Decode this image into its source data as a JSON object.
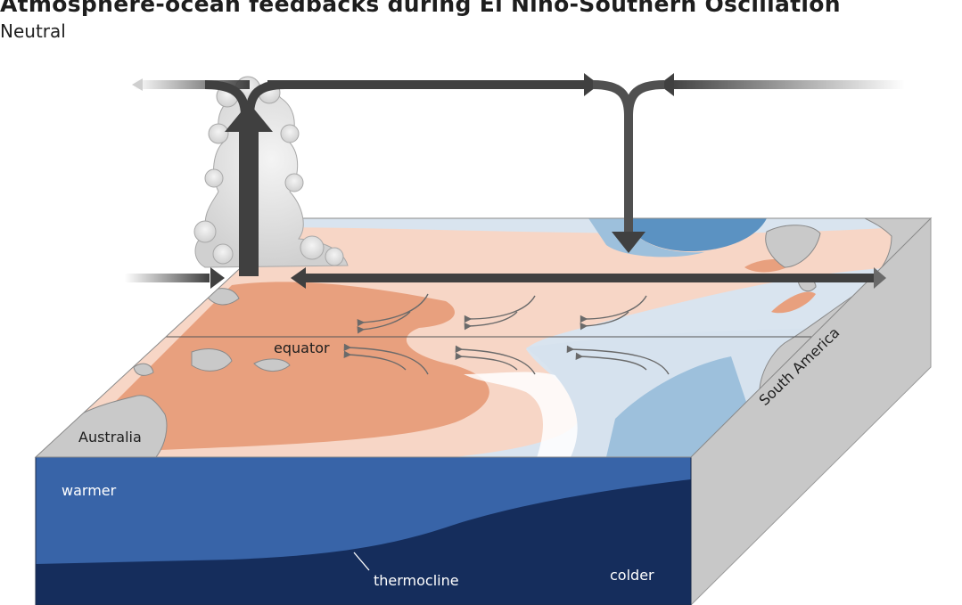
{
  "title": "Atmosphere-ocean feedbacks during El Niño-Southern Oscillation",
  "subtitle": "Neutral",
  "labels": {
    "equator": "equator",
    "australia": "Australia",
    "south_america": "South America",
    "warmer": "warmer",
    "colder": "colder",
    "thermocline": "thermocline"
  },
  "colors": {
    "warm_strong": "#e8a07e",
    "warm_light": "#f7d6c6",
    "cool_light": "#d6e2ee",
    "cool_medium": "#9dc0dc",
    "cool_strong": "#5b92c2",
    "land": "#c9c9c9",
    "ocean_warm_layer": "#3864a8",
    "ocean_cold_layer": "#152d5c",
    "box_side": "#c8c8c8",
    "arrow": "#404040"
  }
}
